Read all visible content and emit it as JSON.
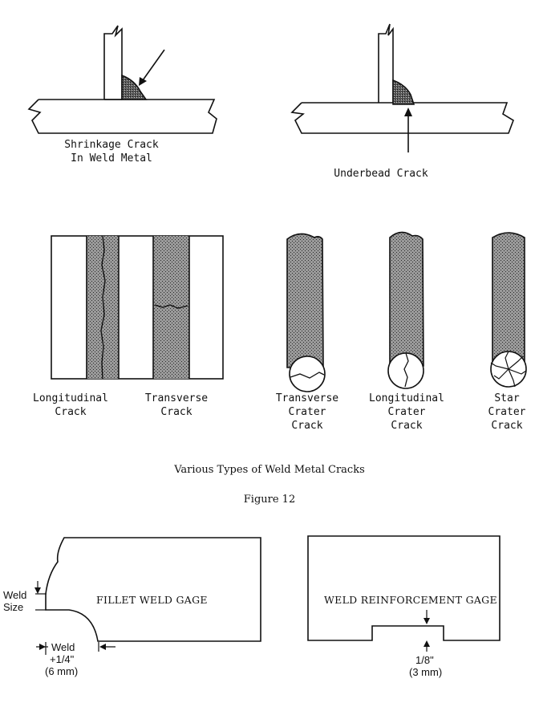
{
  "colors": {
    "ink": "#111111",
    "weld_fill": "#8a8a8a",
    "background": "#ffffff"
  },
  "figure12": {
    "top_left_label": [
      "Shrinkage Crack",
      "In Weld Metal"
    ],
    "top_right_label": "Underbead Crack",
    "plate_labels": {
      "longitudinal": [
        "Longitudinal",
        "Crack"
      ],
      "transverse": [
        "Transverse",
        "Crack"
      ]
    },
    "crater_labels": {
      "transverse": [
        "Transverse",
        "Crater",
        "Crack"
      ],
      "longitudinal": [
        "Longitudinal",
        "Crater",
        "Crack"
      ],
      "star": [
        "Star",
        "Crater",
        "Crack"
      ]
    },
    "caption_title": "Various Types of Weld Metal Cracks",
    "caption_figure": "Figure 12"
  },
  "gages": {
    "fillet": {
      "title": "FILLET WELD GAGE",
      "weld_size_label": [
        "Weld",
        "Size"
      ],
      "weld_label": "Weld",
      "plus_label": "+1/4\"",
      "metric_label": "(6 mm)"
    },
    "reinforcement": {
      "title": "WELD REINFORCEMENT GAGE",
      "dim_label": "1/8\"",
      "metric_label": "(3 mm)"
    }
  }
}
